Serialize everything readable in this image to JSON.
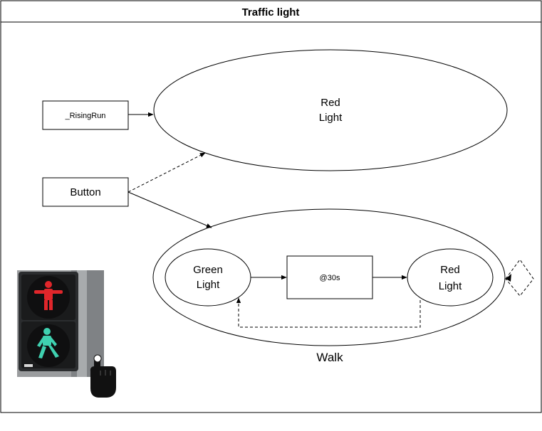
{
  "diagram": {
    "title": "Traffic light",
    "states": {
      "red_light": {
        "line1": "Red",
        "line2": "Light"
      },
      "walk": {
        "label": "Walk"
      },
      "green_light": {
        "line1": "Green",
        "line2": "Light"
      },
      "inner_red_light": {
        "line1": "Red",
        "line2": "Light"
      }
    },
    "nodes": {
      "rising_run": "_RisingRun",
      "button": "Button",
      "timer": "@30s"
    },
    "colors": {
      "stroke": "#000000",
      "background": "#ffffff",
      "signal_red": "#e0262b",
      "signal_green": "#3fd1b0",
      "pole_gray": "#8a8d90",
      "housing_dark": "#2b2d2f"
    },
    "icons": [
      "pedestrian-signal-icon",
      "hand-press-icon"
    ]
  }
}
